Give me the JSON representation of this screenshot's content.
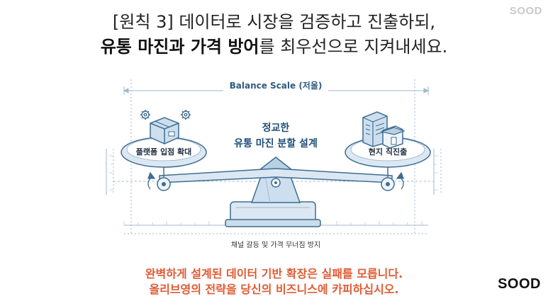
{
  "brand": {
    "name": "SOOD"
  },
  "headline": {
    "line1": "[원칙 3] 데이터로 시장을 검증하고 진출하되,",
    "line2_bold": "유통 마진과 가격 방어",
    "line2_rest": "를 최우선으로 지켜내세요."
  },
  "diagram": {
    "scale_label": "Balance Scale (저울)",
    "left_pan_label": "플랫폼 입점 확대",
    "right_pan_label": "현지 직진출",
    "center_label_line1": "정교한",
    "center_label_line2": "유통 마진 분할 설계",
    "base_label": "채널 갈등 및 가격 무너짐 방지"
  },
  "footer": {
    "line1": "완벽하게 설계된 데이터 기반 확장은 실패를 모릅니다.",
    "line2": "올리브영의 전략을 당신의 비즈니스에 카피하십시오."
  },
  "colors": {
    "accent_orange": "#e05a33",
    "stroke_blue": "#3f6d92",
    "fill_light_blue": "#dbe8f3",
    "fill_mid_blue": "#b9d0e4",
    "dim_line": "#9fb9d0"
  }
}
